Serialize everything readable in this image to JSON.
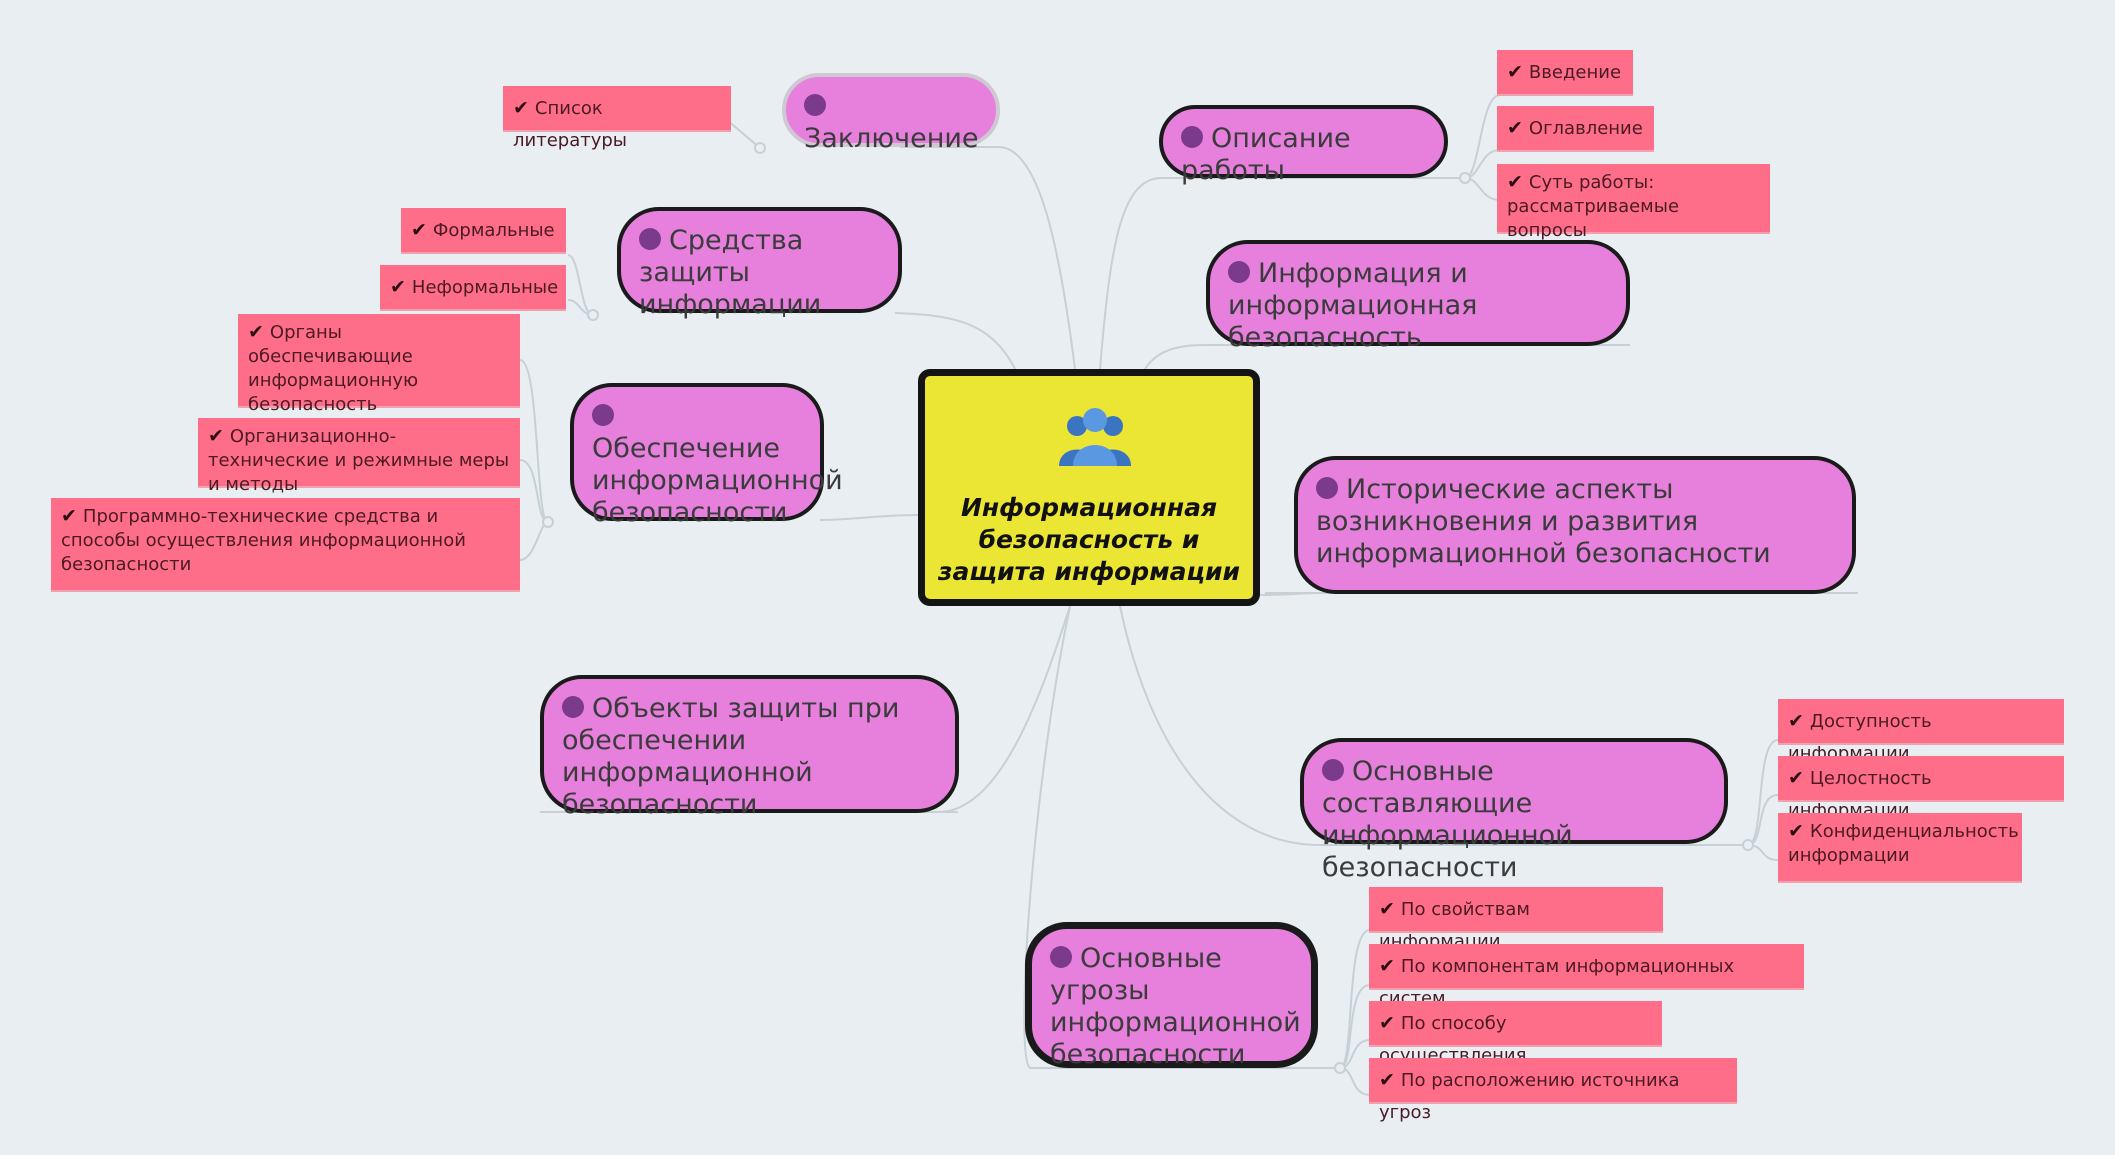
{
  "central": {
    "title": "Информационная безопасность и защита информации",
    "icon": "user-group-icon"
  },
  "topics": {
    "conclusion": "Заключение",
    "description": "Описание работы",
    "protection_means": "Средства защиты информации",
    "info_security": "Информация и информационная безопасность",
    "ensuring": "Обеспечение информационной безопасности",
    "historical": "Исторические аспекты возникновения и развития информационной безопасности",
    "objects": "Объекты защиты при обеспечении информационной безопасности",
    "components": "Основные составляющие информационной безопасности",
    "threats": "Основные угрозы информационной безопасности"
  },
  "leaves": {
    "literature": "Список литературы",
    "intro": "Введение",
    "toc": "Оглавление",
    "essence": "Суть работы: рассматриваемые вопросы",
    "formal": "Формальные",
    "informal": "Неформальные",
    "bodies": "Органы обеспечивающие информационную безопасность",
    "org_tech": "Организационно-технические и режимные меры и методы",
    "software": "Программно-технические средства и способы осуществления информационной безопасности",
    "availability": "Доступность информации",
    "integrity": "Целостность информации",
    "confidentiality": "Конфиденциальность информации",
    "by_properties": "По свойствам информации",
    "by_components": "По компонентам информационных систем",
    "by_method": "По способу осуществления",
    "by_source": "По расположению источника угроз"
  },
  "colors": {
    "background": "#e8eef2",
    "topic": "#e680dc",
    "leaf": "#ff6e88",
    "central": "#ebe534"
  }
}
